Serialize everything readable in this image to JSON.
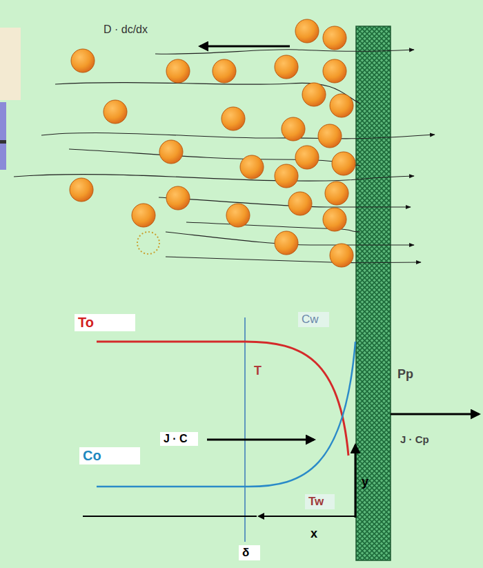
{
  "diagram": {
    "labels": [
      "D · dc/dx",
      "To",
      "Cw",
      "T",
      "Pp",
      "J · C",
      "Co",
      "J · Cp",
      "Tw",
      "y",
      "x",
      "δ"
    ]
  }
}
